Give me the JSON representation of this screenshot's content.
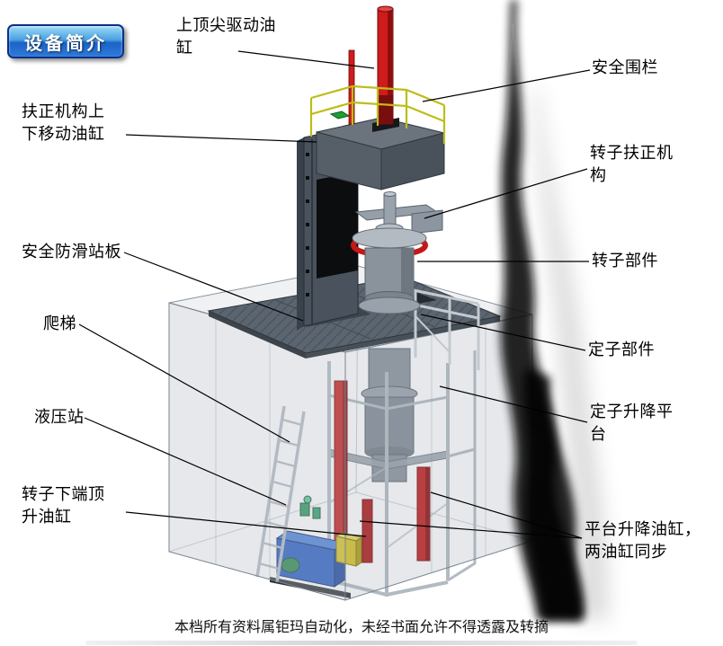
{
  "badge": {
    "label": "设备简介"
  },
  "annotations": {
    "top_drive_cylinder": "上顶尖驱动油缸",
    "safety_fence": "安全围栏",
    "centering_lift_cylinder": "扶正机构上下移动油缸",
    "rotor_centering_mechanism": "转子扶正机构",
    "anti_slip_platform": "安全防滑站板",
    "rotor_component": "转子部件",
    "ladder": "爬梯",
    "stator_component": "定子部件",
    "hydraulic_station": "液压站",
    "stator_lift_platform": "定子升降平台",
    "rotor_bottom_jack_cylinder": "转子下端顶升油缸",
    "platform_lift_cylinders": "平台升降油缸，两油缸同步"
  },
  "footer": {
    "text": "本档所有资料属钜玛自动化，未经书面允许不得透露及转摘"
  },
  "colors": {
    "badge_blue": "#1b63c8",
    "cylinder_red": "#c41c1c",
    "railing_yellow": "#bdbd1c",
    "hydraulic_blue": "#2a5fc4",
    "platform_gray": "#5b6570"
  }
}
